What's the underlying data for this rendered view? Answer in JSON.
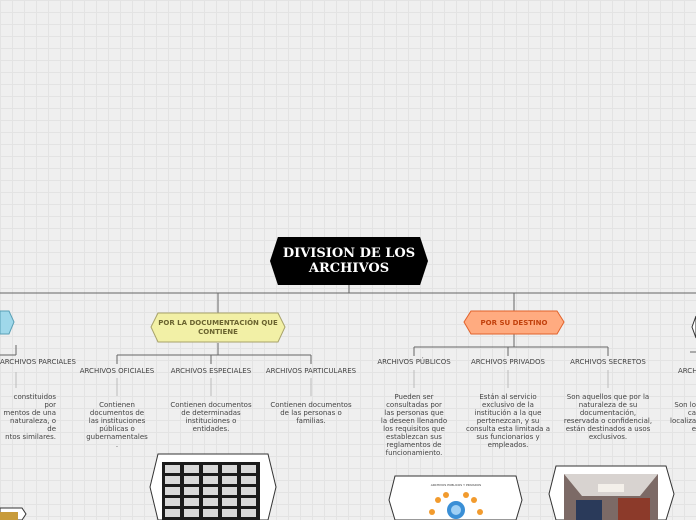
{
  "root": {
    "title": "DIVISION DE LOS ARCHIVOS"
  },
  "branches": {
    "left_partial": "",
    "documentacion": "POR LA DOCUMENTACIÓN QUE CONTIENE",
    "destino": "POR SU DESTINO",
    "colors": {
      "documentacion_fill": "#f2f0a6",
      "documentacion_stroke": "#a7a26a",
      "destino_fill": "#ffab80",
      "destino_stroke": "#e2622a",
      "left_fill": "#9fd8ea"
    }
  },
  "subtopics": {
    "parciales": "ARCHIVOS PARCIALES",
    "oficiales": "ARCHIVOS OFICIALES",
    "especiales": "ARCHIVOS ESPECIALES",
    "particulares": "ARCHIVOS PARTICULARES",
    "publicos": "ARCHIVOS PÚBLICOS",
    "privados": "ARCHIVOS PRIVADOS",
    "secretos": "ARCHIVOS SECRETOS",
    "right_partial": "ARCH"
  },
  "descriptions": {
    "parciales": [
      "constituidos por",
      "mentos de una",
      "naturaleza, o de",
      "ntos similares."
    ],
    "oficiales": [
      "Contienen",
      "documentos de",
      "las instituciones",
      "públicas o",
      "gubernamentales",
      "."
    ],
    "especiales": [
      "Contienen documentos",
      "de determinadas",
      "instituciones o",
      "entidades."
    ],
    "particulares": [
      "Contienen documentos",
      "de las personas o",
      "familias."
    ],
    "publicos": [
      "Pueden ser",
      "consultadas por",
      "las personas que",
      "la deseen llenando",
      "los requisitos que",
      "establezcan sus",
      "reglamentos de",
      "funcionamiento."
    ],
    "privados": [
      "Están al servicio",
      "exclusivo de la",
      "institución a la que",
      "pertenezcan, y su",
      "consulta esta limitada a",
      "sus funcionarios y",
      "empleados."
    ],
    "secretos": [
      "Son aquellos que por la",
      "naturaleza de su",
      "documentación,",
      "reservada o confidencial,",
      "están destinados a usos",
      "exclusivos."
    ],
    "right_partial": [
      "Son lo",
      "ca",
      "localiza",
      "e"
    ]
  },
  "image_captions": {
    "publicos": "ARCHIVOS PUBLICOS Y PRIVADOS"
  }
}
